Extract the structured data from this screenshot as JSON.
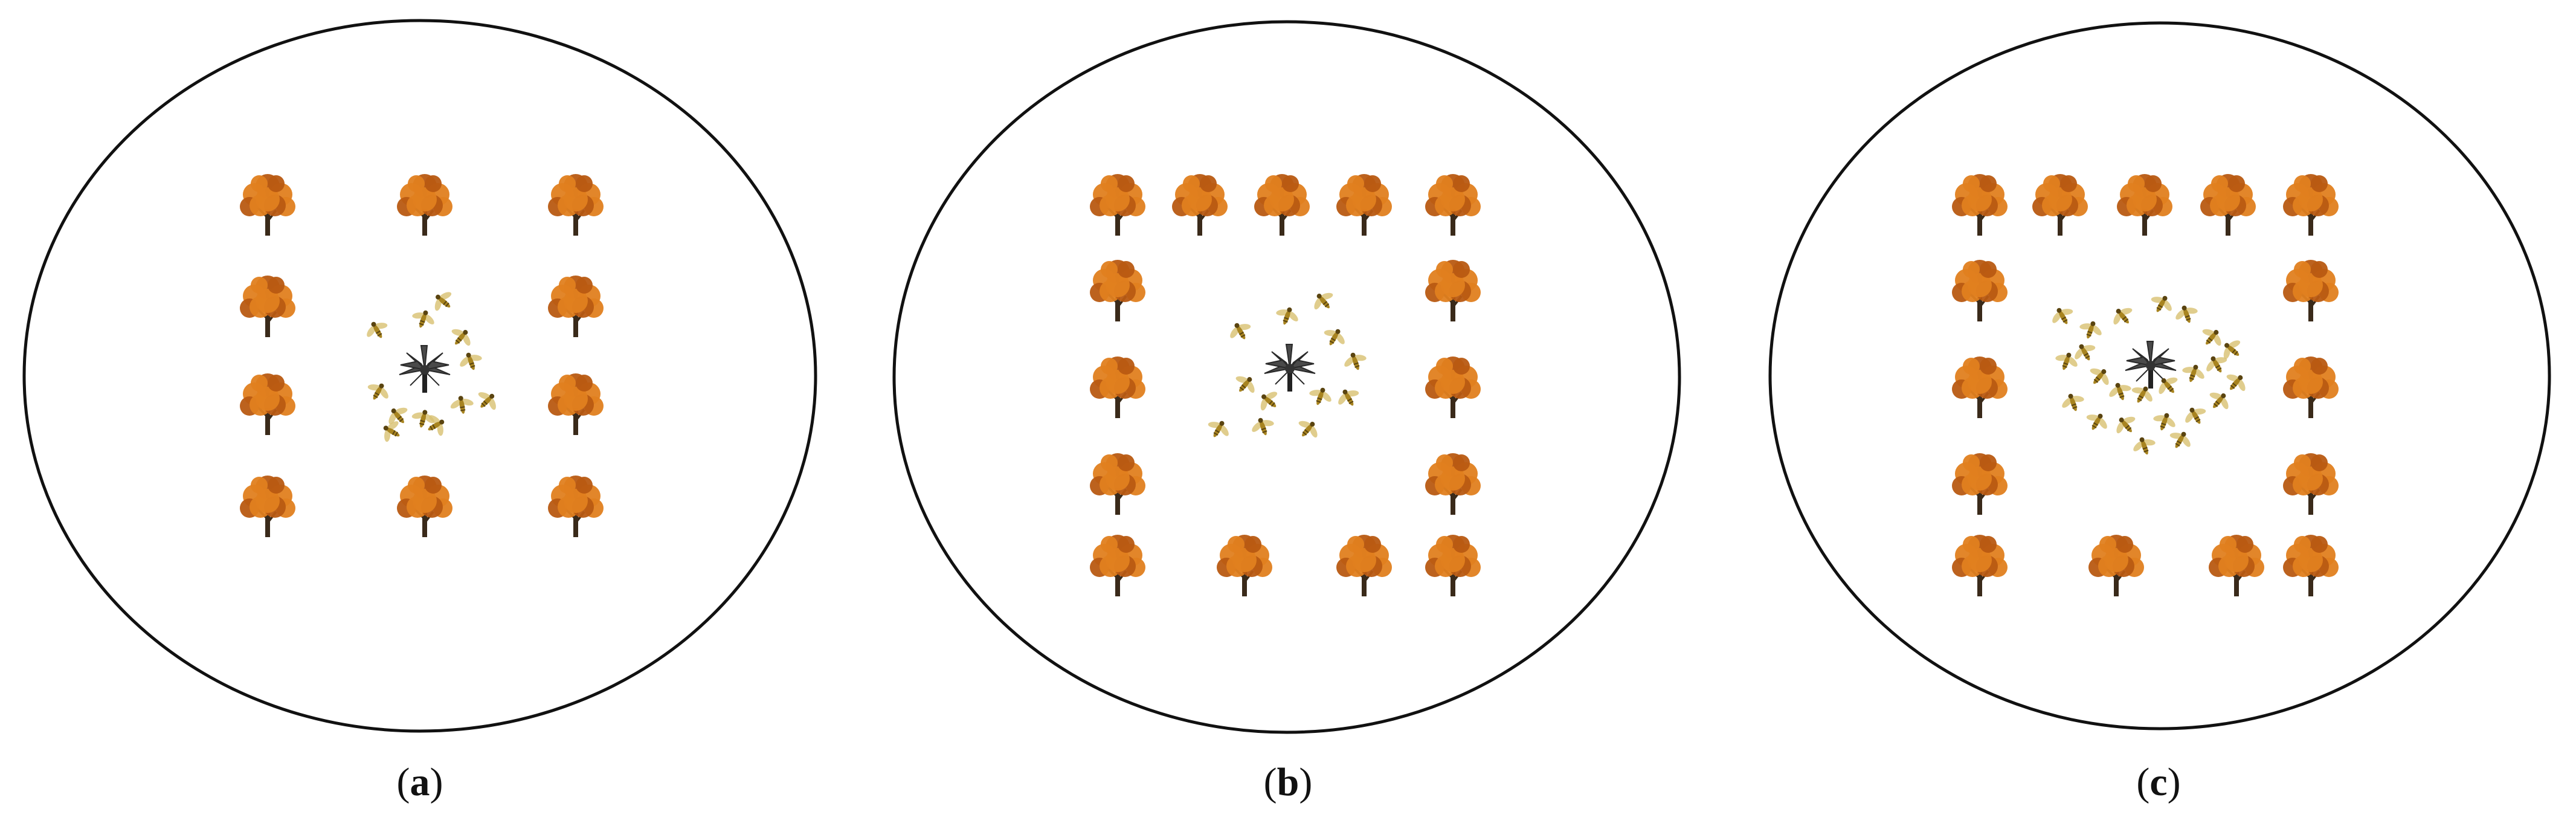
{
  "panels": [
    {
      "label": "a",
      "caption_open": "(",
      "caption_close": ")"
    },
    {
      "label": "b",
      "caption_open": "(",
      "caption_close": ")"
    },
    {
      "label": "c",
      "caption_open": "(",
      "caption_close": ")"
    }
  ],
  "colors": {
    "boundary": "#111111",
    "tree_canopy": "#e0801f",
    "tree_canopy_dark": "#b85a12",
    "tree_trunk": "#3a2a1a",
    "center_plant": "#4a4a4a",
    "insect": "#a88420",
    "insect_dark": "#5a4410"
  },
  "icons": {
    "tree": "orange-tree-icon",
    "center": "dark-plant-icon",
    "insect": "flying-insect-icon"
  }
}
